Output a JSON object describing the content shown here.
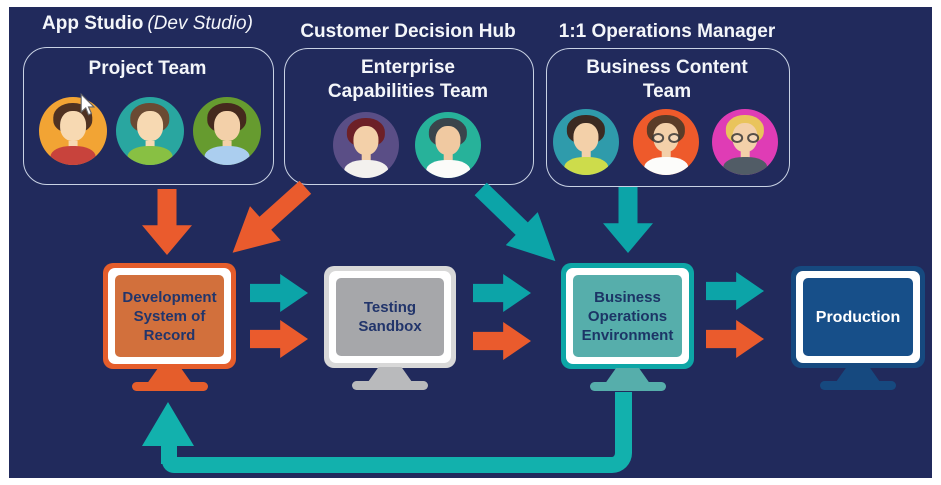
{
  "colors": {
    "panel": "#212a5c",
    "orange": "#ea5b2d",
    "teal": "#0ca4a8",
    "loop_teal": "#12b1ad",
    "text_light": "#f4f6fa",
    "box_border": "#c9d2e4"
  },
  "groups": [
    {
      "header_bold": "App Studio",
      "header_italic": "(Dev Studio)",
      "team_lines": [
        "Project Team"
      ],
      "avatars": [
        {
          "bg": "#f2a434",
          "hair": "#4f3222",
          "shirt": "#c8433c",
          "skin": "#f7d9b2"
        },
        {
          "bg": "#29a6a0",
          "hair": "#6a4a33",
          "shirt": "#88c043",
          "skin": "#f7d9b2"
        },
        {
          "bg": "#669b2f",
          "hair": "#45291d",
          "shirt": "#abceef",
          "skin": "#f3d0a9"
        }
      ]
    },
    {
      "header_bold": "Customer Decision Hub",
      "team_lines": [
        "Enterprise",
        "Capabilities Team"
      ],
      "avatars": [
        {
          "bg": "#5a4e86",
          "hair": "#6d2027",
          "shirt": "#f3f1ee",
          "skin": "#f3d0a9"
        },
        {
          "bg": "#27b29a",
          "hair": "#3a444c",
          "shirt": "#fbfbf9",
          "skin": "#f0c9a1"
        }
      ]
    },
    {
      "header_bold": "1:1 Operations Manager",
      "team_lines": [
        "Business Content",
        "Team"
      ],
      "avatars": [
        {
          "bg": "#2f9bab",
          "hair": "#3b2a22",
          "shirt": "#cddc4b",
          "skin": "#f3d0a9"
        },
        {
          "bg": "#ee5a2b",
          "hair": "#5a3c28",
          "shirt": "#fcfcfa",
          "skin": "#f3d0a9",
          "glasses": true
        },
        {
          "bg": "#df3cb5",
          "hair": "#e9c45c",
          "shirt": "#515c66",
          "skin": "#f3d0a9",
          "glasses": true
        }
      ]
    }
  ],
  "environments": [
    {
      "label_lines": [
        "Development",
        "System of",
        "Record"
      ],
      "frame": "#e55d2b",
      "screen": "#d2703c",
      "stand": "#e55d2b",
      "text": "#22356b"
    },
    {
      "label_lines": [
        "Testing",
        "Sandbox"
      ],
      "frame": "#d8d8d8",
      "screen": "#a6a7aa",
      "stand": "#b9babc",
      "text": "#22356b"
    },
    {
      "label_lines": [
        "Business",
        "Operations",
        "Environment"
      ],
      "frame": "#0da6a6",
      "screen": "#56aeab",
      "stand": "#56aeab",
      "text": "#1c3566"
    },
    {
      "label_lines": [
        "Production"
      ],
      "frame": "#16497f",
      "screen": "#174f89",
      "stand": "#16497f",
      "text": "#ffffff"
    }
  ]
}
